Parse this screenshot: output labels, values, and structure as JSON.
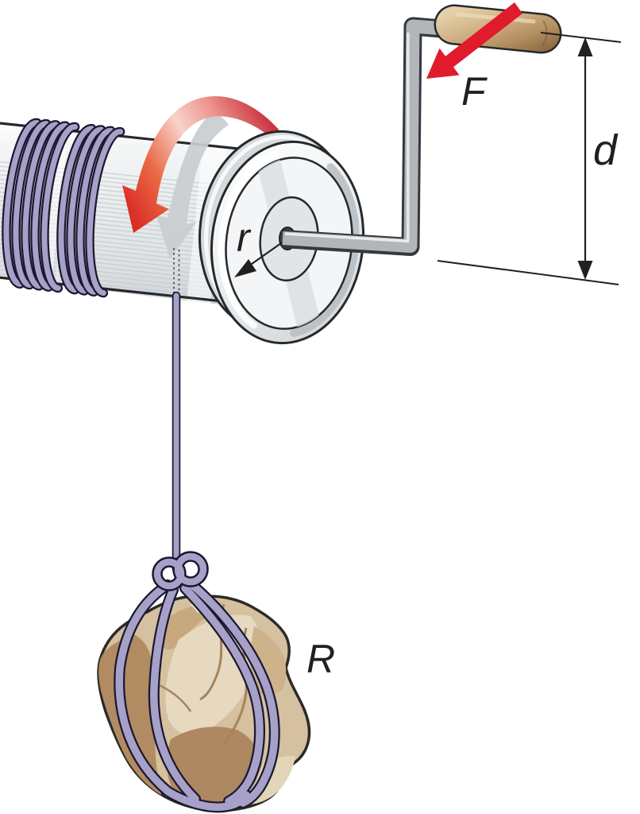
{
  "figure": {
    "description": "Crank windlass: rope wound on a drum, crank handle turned with force, rock load hanging from rope"
  },
  "labels": {
    "force": "F",
    "distance": "d",
    "radius": "r",
    "load": "R"
  },
  "colors": {
    "ink": "#231f20",
    "red": "#df1b2c",
    "rope": "#a7a1c9",
    "ropeline": "#1b1830",
    "metal": "#b2b5b9",
    "metaldark": "#35383c",
    "wood": "#c8a87d",
    "rock": "#d5c0a0",
    "rockline": "#2d2a26"
  }
}
